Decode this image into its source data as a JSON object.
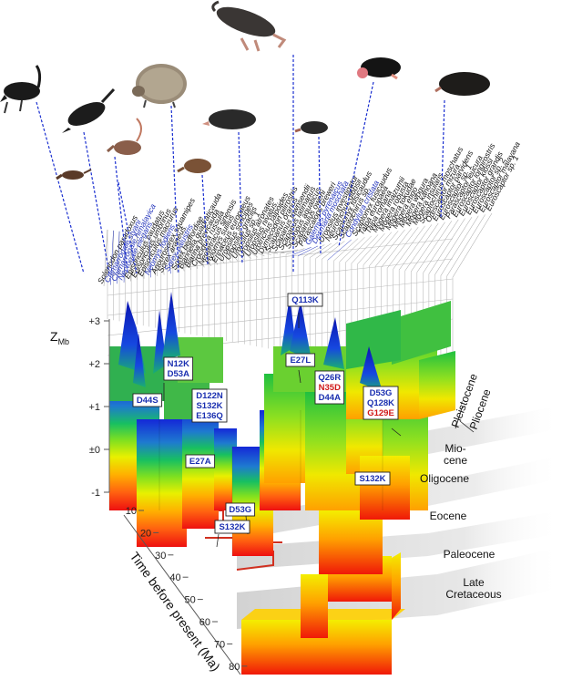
{
  "axes": {
    "z_label_main": "Z",
    "z_label_sub": "Mb",
    "z_ticks": [
      "+3",
      "+2",
      "+1",
      "±0",
      "-1"
    ],
    "time_label": "Time before present (Ma)",
    "time_ticks": [
      "10",
      "20",
      "30",
      "40",
      "50",
      "60",
      "70",
      "80"
    ]
  },
  "epochs": [
    {
      "id": "pleistocene",
      "lines": [
        "Pleistocene"
      ]
    },
    {
      "id": "pliocene",
      "lines": [
        "Pliocene"
      ]
    },
    {
      "id": "miocene",
      "lines": [
        "Mio-",
        "cene"
      ]
    },
    {
      "id": "oligocene",
      "lines": [
        "Oligocene"
      ]
    },
    {
      "id": "eocene",
      "lines": [
        "Eocene"
      ]
    },
    {
      "id": "paleocene",
      "lines": [
        "Paleocene"
      ]
    },
    {
      "id": "late-cretaceous",
      "lines": [
        "Late",
        "Cretaceous"
      ]
    }
  ],
  "colors": {
    "highlight_taxon": "#2233bb",
    "normal_taxon": "#111111",
    "mutation_blue": "#1a2fb0",
    "mutation_red": "#d01818",
    "grid": "#bbbbbb",
    "dashed_blue": "#1a2fd0"
  },
  "taxa": [
    {
      "name": "Solenodon paradoxus",
      "highlight": false
    },
    {
      "name": "Chimarrogale styani",
      "highlight": true
    },
    {
      "name": "Chimarrogale himalayica",
      "highlight": true
    },
    {
      "name": "Nectogale elegans",
      "highlight": true
    },
    {
      "name": "Episoriculus caudatus",
      "highlight": false
    },
    {
      "name": "Episoriculus umbrinus",
      "highlight": false
    },
    {
      "name": "Episoriculus macrurus",
      "highlight": false
    },
    {
      "name": "Neomys fodiens",
      "highlight": true
    },
    {
      "name": "Anourosorex squamipes",
      "highlight": false
    },
    {
      "name": "Sorex araneus",
      "highlight": false
    },
    {
      "name": "Sorex palustris",
      "highlight": true
    },
    {
      "name": "Sorex bedfordiae",
      "highlight": false
    },
    {
      "name": "Blarinella quadraticauda",
      "highlight": false
    },
    {
      "name": "Blarina brevicauda",
      "highlight": false
    },
    {
      "name": "Crocidura russula",
      "highlight": false
    },
    {
      "name": "Neotetracus sinensis",
      "highlight": false
    },
    {
      "name": "Hylomys suillus",
      "highlight": false
    },
    {
      "name": "Erinaceus europaeus",
      "highlight": false
    },
    {
      "name": "Uropsilus soricipes",
      "highlight": false
    },
    {
      "name": "Uropsilus gracilis",
      "highlight": false
    },
    {
      "name": "Uropsilus sp. 1",
      "highlight": false
    },
    {
      "name": "Uropsilus atronates",
      "highlight": false
    },
    {
      "name": "Uropsilus nivatus",
      "highlight": false
    },
    {
      "name": "Urotrichus talpoides",
      "highlight": false
    },
    {
      "name": "Dymecodon pilirostris",
      "highlight": false
    },
    {
      "name": "Scapanus orarius",
      "highlight": false
    },
    {
      "name": "Scapanus townsendii",
      "highlight": false
    },
    {
      "name": "Scapanus latimanus",
      "highlight": false
    },
    {
      "name": "Scalopus aquaticus",
      "highlight": false
    },
    {
      "name": "Scapanulus oweni",
      "highlight": false
    },
    {
      "name": "Parascalops breweri",
      "highlight": false
    },
    {
      "name": "Galemys pyrenaicus",
      "highlight": true
    },
    {
      "name": "Desmana moschata",
      "highlight": true
    },
    {
      "name": "Uropsilus investigator",
      "highlight": false
    },
    {
      "name": "Neurotrichus gibbsii",
      "highlight": false
    },
    {
      "name": "Scaptonyx fusicaudus",
      "highlight": false
    },
    {
      "name": "Scaptochirus sp.",
      "highlight": false
    },
    {
      "name": "Condylura cristata",
      "highlight": true
    },
    {
      "name": "Scaptonyx fusicaudus",
      "highlight": false
    },
    {
      "name": "Talpa europaea",
      "highlight": false
    },
    {
      "name": "Talpa romana",
      "highlight": false
    },
    {
      "name": "Mogera imaizumii",
      "highlight": false
    },
    {
      "name": "Mogera robusta",
      "highlight": false
    },
    {
      "name": "Mogera tokudae",
      "highlight": false
    },
    {
      "name": "Mogera etigo",
      "highlight": false
    },
    {
      "name": "Mogera wogura",
      "highlight": false
    },
    {
      "name": "Mogera kanoana",
      "highlight": false
    },
    {
      "name": "Mogera insularis",
      "highlight": false
    },
    {
      "name": "Scaptochirus moschatus",
      "highlight": false
    },
    {
      "name": "Orescaptor mizura",
      "highlight": false
    },
    {
      "name": "Euroscaptor parvidens",
      "highlight": false
    },
    {
      "name": "Euroscaptor sp. 1",
      "highlight": false
    },
    {
      "name": "Parascaptor leucura",
      "highlight": false
    },
    {
      "name": "Euroscaptor longirostris",
      "highlight": false
    },
    {
      "name": "Euroscaptor klossi",
      "highlight": false
    },
    {
      "name": "Euroscaptor grandis",
      "highlight": false
    },
    {
      "name": "Euroscaptor sp. 2",
      "highlight": false
    },
    {
      "name": "Euroscaptor malayana",
      "highlight": false
    },
    {
      "name": "Euroscaptor sp. 1",
      "highlight": false
    }
  ],
  "mutations": [
    {
      "id": "q113k",
      "lines": [
        {
          "t": "Q113K",
          "c": "blue"
        }
      ]
    },
    {
      "id": "n12k-d53a",
      "lines": [
        {
          "t": "N12K",
          "c": "blue"
        },
        {
          "t": "D53A",
          "c": "blue"
        }
      ]
    },
    {
      "id": "e27l",
      "lines": [
        {
          "t": "E27L",
          "c": "blue"
        }
      ]
    },
    {
      "id": "d44s",
      "lines": [
        {
          "t": "D44S",
          "c": "blue"
        }
      ]
    },
    {
      "id": "d122n-group",
      "lines": [
        {
          "t": "D122N",
          "c": "blue"
        },
        {
          "t": "S132K",
          "c": "blue"
        },
        {
          "t": "E136Q",
          "c": "blue"
        }
      ]
    },
    {
      "id": "q26r-group",
      "lines": [
        {
          "t": "Q26R",
          "c": "blue"
        },
        {
          "t": "N35D",
          "c": "red"
        },
        {
          "t": "D44A",
          "c": "blue"
        }
      ]
    },
    {
      "id": "d53g-group",
      "lines": [
        {
          "t": "D53G",
          "c": "blue"
        },
        {
          "t": "Q128K",
          "c": "blue"
        },
        {
          "t": "G129E",
          "c": "red"
        }
      ]
    },
    {
      "id": "e27a",
      "lines": [
        {
          "t": "E27A",
          "c": "blue"
        }
      ]
    },
    {
      "id": "s132k-oligocene",
      "lines": [
        {
          "t": "S132K",
          "c": "blue"
        }
      ]
    },
    {
      "id": "d53g-eocene",
      "lines": [
        {
          "t": "D53G",
          "c": "blue"
        }
      ]
    },
    {
      "id": "s132k-eocene",
      "lines": [
        {
          "t": "S132K",
          "c": "blue"
        }
      ]
    }
  ],
  "animals": [
    {
      "id": "shrew-black",
      "icon": "shrew-icon"
    },
    {
      "id": "shrew-small",
      "icon": "shrew-icon"
    },
    {
      "id": "water-shrew",
      "icon": "water-shrew-icon"
    },
    {
      "id": "red-toothed-shrew",
      "icon": "shrew-icon"
    },
    {
      "id": "hedgehog",
      "icon": "hedgehog-icon"
    },
    {
      "id": "brown-shrew",
      "icon": "shrew-icon"
    },
    {
      "id": "mole-1",
      "icon": "mole-icon"
    },
    {
      "id": "desman",
      "icon": "desman-icon"
    },
    {
      "id": "shrew-mole",
      "icon": "mole-icon"
    },
    {
      "id": "star-nosed-mole",
      "icon": "star-nosed-mole-icon"
    },
    {
      "id": "mole-2",
      "icon": "mole-icon"
    }
  ]
}
